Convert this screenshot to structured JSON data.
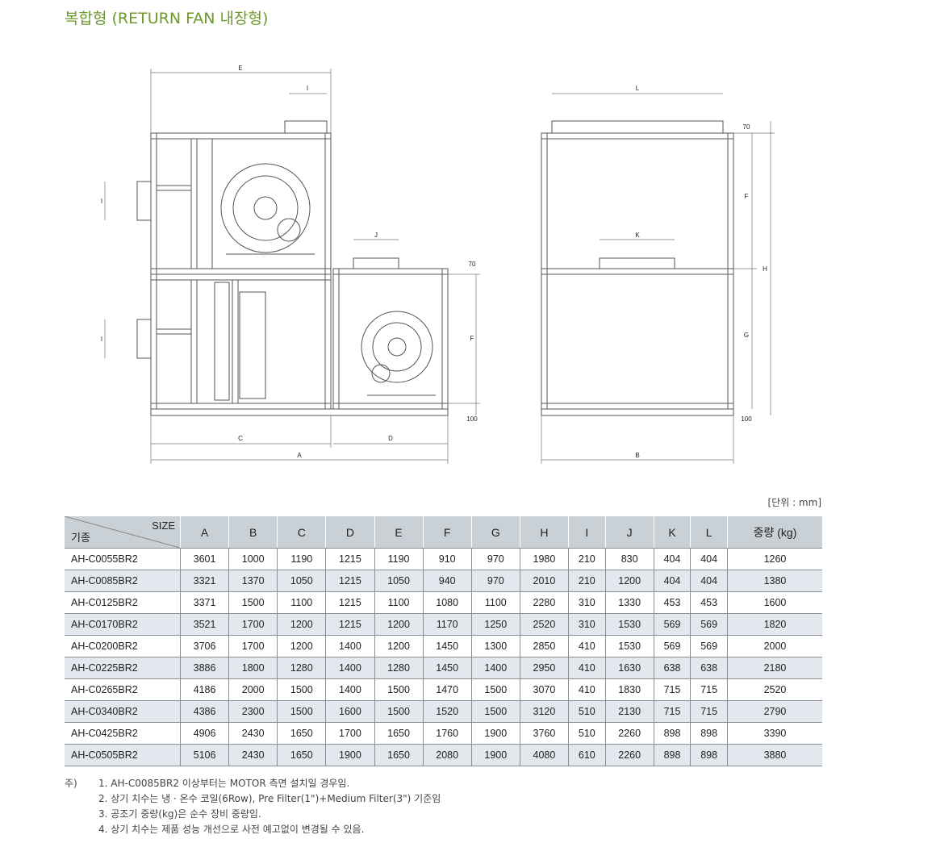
{
  "title": "복합형 (RETURN FAN 내장형)",
  "unit": "[단위 : mm]",
  "drawing_labels": {
    "A": "A",
    "B": "B",
    "C": "C",
    "D": "D",
    "E": "E",
    "F": "F",
    "G": "G",
    "H": "H",
    "I": "I",
    "J": "J",
    "K": "K",
    "L": "L",
    "d70": "70",
    "d100": "100"
  },
  "table": {
    "size_label": "SIZE",
    "model_label": "기종",
    "columns": [
      "A",
      "B",
      "C",
      "D",
      "E",
      "F",
      "G",
      "H",
      "I",
      "J",
      "K",
      "L",
      "중량 (kg)"
    ],
    "rows": [
      [
        "AH-C0055BR2",
        "3601",
        "1000",
        "1190",
        "1215",
        "1190",
        "910",
        "970",
        "1980",
        "210",
        "830",
        "404",
        "404",
        "1260"
      ],
      [
        "AH-C0085BR2",
        "3321",
        "1370",
        "1050",
        "1215",
        "1050",
        "940",
        "970",
        "2010",
        "210",
        "1200",
        "404",
        "404",
        "1380"
      ],
      [
        "AH-C0125BR2",
        "3371",
        "1500",
        "1100",
        "1215",
        "1100",
        "1080",
        "1100",
        "2280",
        "310",
        "1330",
        "453",
        "453",
        "1600"
      ],
      [
        "AH-C0170BR2",
        "3521",
        "1700",
        "1200",
        "1215",
        "1200",
        "1170",
        "1250",
        "2520",
        "310",
        "1530",
        "569",
        "569",
        "1820"
      ],
      [
        "AH-C0200BR2",
        "3706",
        "1700",
        "1200",
        "1400",
        "1200",
        "1450",
        "1300",
        "2850",
        "410",
        "1530",
        "569",
        "569",
        "2000"
      ],
      [
        "AH-C0225BR2",
        "3886",
        "1800",
        "1280",
        "1400",
        "1280",
        "1450",
        "1400",
        "2950",
        "410",
        "1630",
        "638",
        "638",
        "2180"
      ],
      [
        "AH-C0265BR2",
        "4186",
        "2000",
        "1500",
        "1400",
        "1500",
        "1470",
        "1500",
        "3070",
        "410",
        "1830",
        "715",
        "715",
        "2520"
      ],
      [
        "AH-C0340BR2",
        "4386",
        "2300",
        "1500",
        "1600",
        "1500",
        "1520",
        "1500",
        "3120",
        "510",
        "2130",
        "715",
        "715",
        "2790"
      ],
      [
        "AH-C0425BR2",
        "4906",
        "2430",
        "1650",
        "1700",
        "1650",
        "1760",
        "1900",
        "3760",
        "510",
        "2260",
        "898",
        "898",
        "3390"
      ],
      [
        "AH-C0505BR2",
        "5106",
        "2430",
        "1650",
        "1900",
        "1650",
        "2080",
        "1900",
        "4080",
        "610",
        "2260",
        "898",
        "898",
        "3880"
      ]
    ]
  },
  "notes": {
    "lead": "주)",
    "items": [
      "1. AH-C0085BR2 이상부터는 MOTOR 측면 설치일 경우임.",
      "2. 상기 치수는 냉 · 온수 코일(6Row), Pre Filter(1\")+Medium Filter(3\") 기준임",
      "3. 공조기 중량(kg)은 순수 장비 중량임.",
      "4. 상기 치수는 제품 성능 개선으로 사전 예고없이 변경될 수 있음."
    ]
  }
}
